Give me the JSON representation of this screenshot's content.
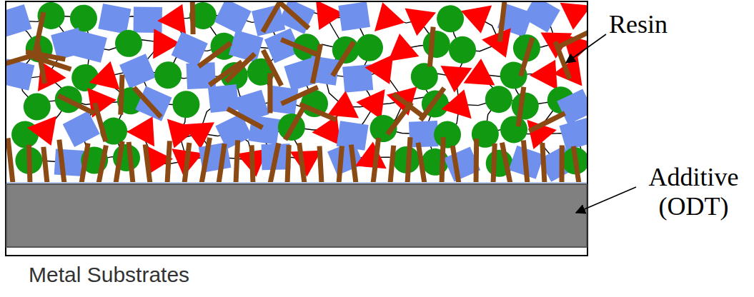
{
  "diagram": {
    "labels": [
      "Resin",
      "Additive (ODT)",
      "Metal Substrates"
    ]
  }
}
